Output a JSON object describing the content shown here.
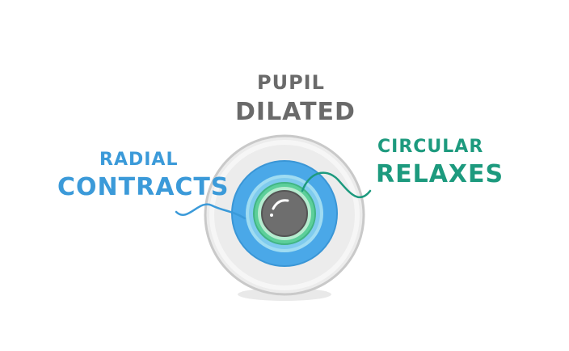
{
  "diagram": {
    "pupil": {
      "title": "PUPIL",
      "state": "DILATED",
      "color": "#6a6a6a"
    },
    "radial": {
      "title": "RADIAL",
      "state": "CONTRACTS",
      "color": "#3b9ad9"
    },
    "circular": {
      "title": "CIRCULAR",
      "state": "RELAXES",
      "color": "#1d9a7e"
    },
    "eye_colors": {
      "sclera": "#ececec",
      "sclera_outline": "#c8c8c8",
      "iris_outer": "#4aa8e8",
      "iris_inner": "#9fdcf2",
      "circular_ring": "#5ccf9a",
      "circular_ring_light": "#b6ecd0",
      "pupil": "#6e6e6e",
      "shadow": "#e9e9e9"
    }
  }
}
